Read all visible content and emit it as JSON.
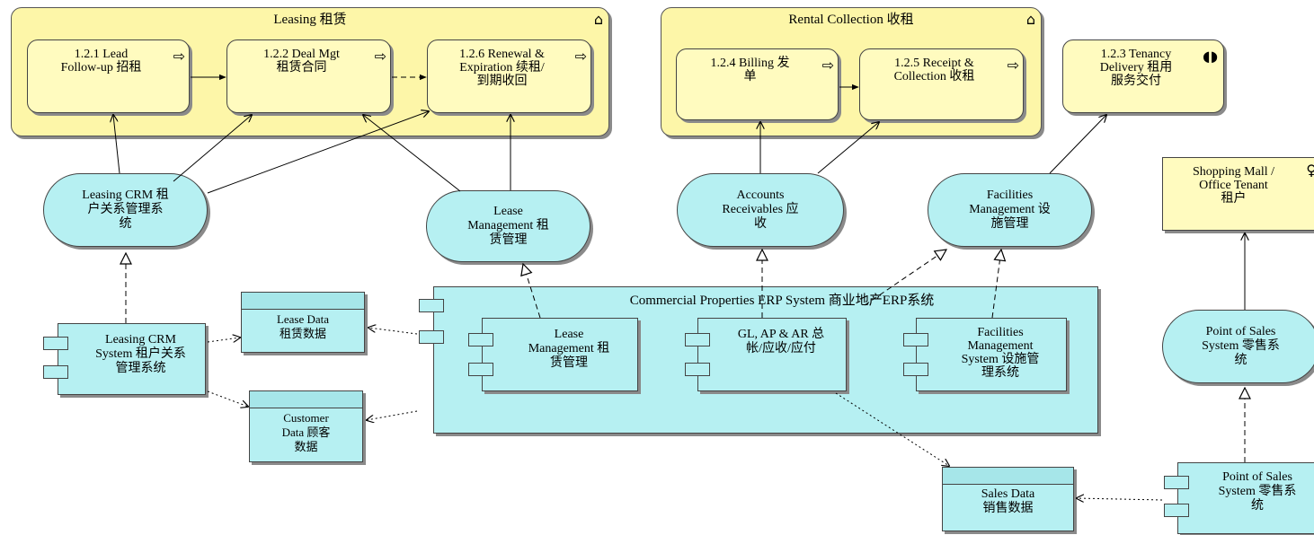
{
  "groups": {
    "leasing": "Leasing 租赁",
    "rental_collection": "Rental Collection 收租"
  },
  "processes": {
    "lead_followup": [
      "1.2.1 Lead",
      "Follow-up 招租"
    ],
    "deal_mgt": [
      "1.2.2 Deal Mgt",
      "租赁合同"
    ],
    "renewal_expiration": [
      "1.2.6 Renewal &",
      "Expiration 续租/",
      "到期收回"
    ],
    "billing": [
      "1.2.4 Billing 发",
      "单"
    ],
    "receipt_collection": [
      "1.2.5 Receipt &",
      "Collection 收租"
    ],
    "tenancy_delivery": [
      "1.2.3 Tenancy",
      "Delivery 租用",
      "服务交付"
    ]
  },
  "services": {
    "leasing_crm": [
      "Leasing CRM 租",
      "户关系管理系",
      "统"
    ],
    "lease_management": [
      "Lease",
      "Management 租",
      "赁管理"
    ],
    "accounts_receivables": [
      "Accounts",
      "Receivables 应",
      "收"
    ],
    "facilities_management": [
      "Facilities",
      "Management 设",
      "施管理"
    ],
    "point_of_sales": [
      "Point of Sales",
      "System 零售系",
      "统"
    ]
  },
  "actor": {
    "name": [
      "Shopping Mall /",
      "Office Tenant",
      "租户"
    ]
  },
  "components": {
    "erp_system": "Commercial Properties ERP System 商业地产ERP系统",
    "leasing_crm_system": [
      "Leasing CRM",
      "System 租户关系",
      "管理系统"
    ],
    "lease_management": [
      "Lease",
      "Management 租",
      "赁管理"
    ],
    "gl_ap_ar": [
      "GL, AP & AR 总",
      "帐/应收/应付"
    ],
    "facilities_mgmt_system": [
      "Facilities",
      "Management",
      "System 设施管",
      "理系统"
    ],
    "pos_system": [
      "Point of Sales",
      "System 零售系",
      "统"
    ]
  },
  "data_objects": {
    "lease_data": [
      "Lease Data",
      "租赁数据"
    ],
    "customer_data": [
      "Customer",
      "Data 顾客",
      "数据"
    ],
    "sales_data": [
      "Sales Data",
      "销售数据"
    ]
  },
  "icons": {
    "process": "process-arrow-icon",
    "collapse": "collapse-chevron-icon",
    "service": "service-icon",
    "actor": "actor-icon"
  },
  "colors": {
    "business_yellow": "#fffbbf",
    "group_yellow": "#fdf6a8",
    "application_cyan": "#b6f0f2",
    "border": "#444444"
  }
}
